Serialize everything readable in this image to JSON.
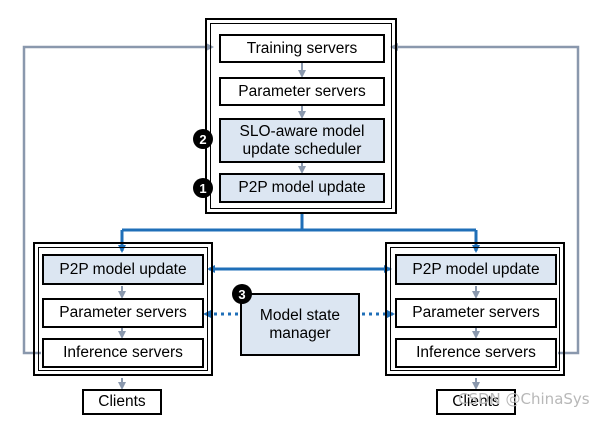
{
  "colors": {
    "accent_blue": "#1f6fb8",
    "gray_line": "#8a98ad",
    "highlight_fill": "#dce6f2"
  },
  "center": {
    "training_servers": "Training servers",
    "parameter_servers": "Parameter servers",
    "scheduler": "SLO-aware model\nupdate scheduler",
    "p2p_update": "P2P model update",
    "badge_scheduler": "2",
    "badge_p2p": "1"
  },
  "left": {
    "p2p_update": "P2P model update",
    "parameter_servers": "Parameter servers",
    "inference_servers": "Inference servers",
    "clients": "Clients"
  },
  "right": {
    "p2p_update": "P2P model update",
    "parameter_servers": "Parameter servers",
    "inference_servers": "Inference servers",
    "clients": "Clients"
  },
  "state_manager": {
    "label": "Model state\nmanager",
    "badge": "3"
  },
  "watermark": "CSDN @ChinaSys"
}
